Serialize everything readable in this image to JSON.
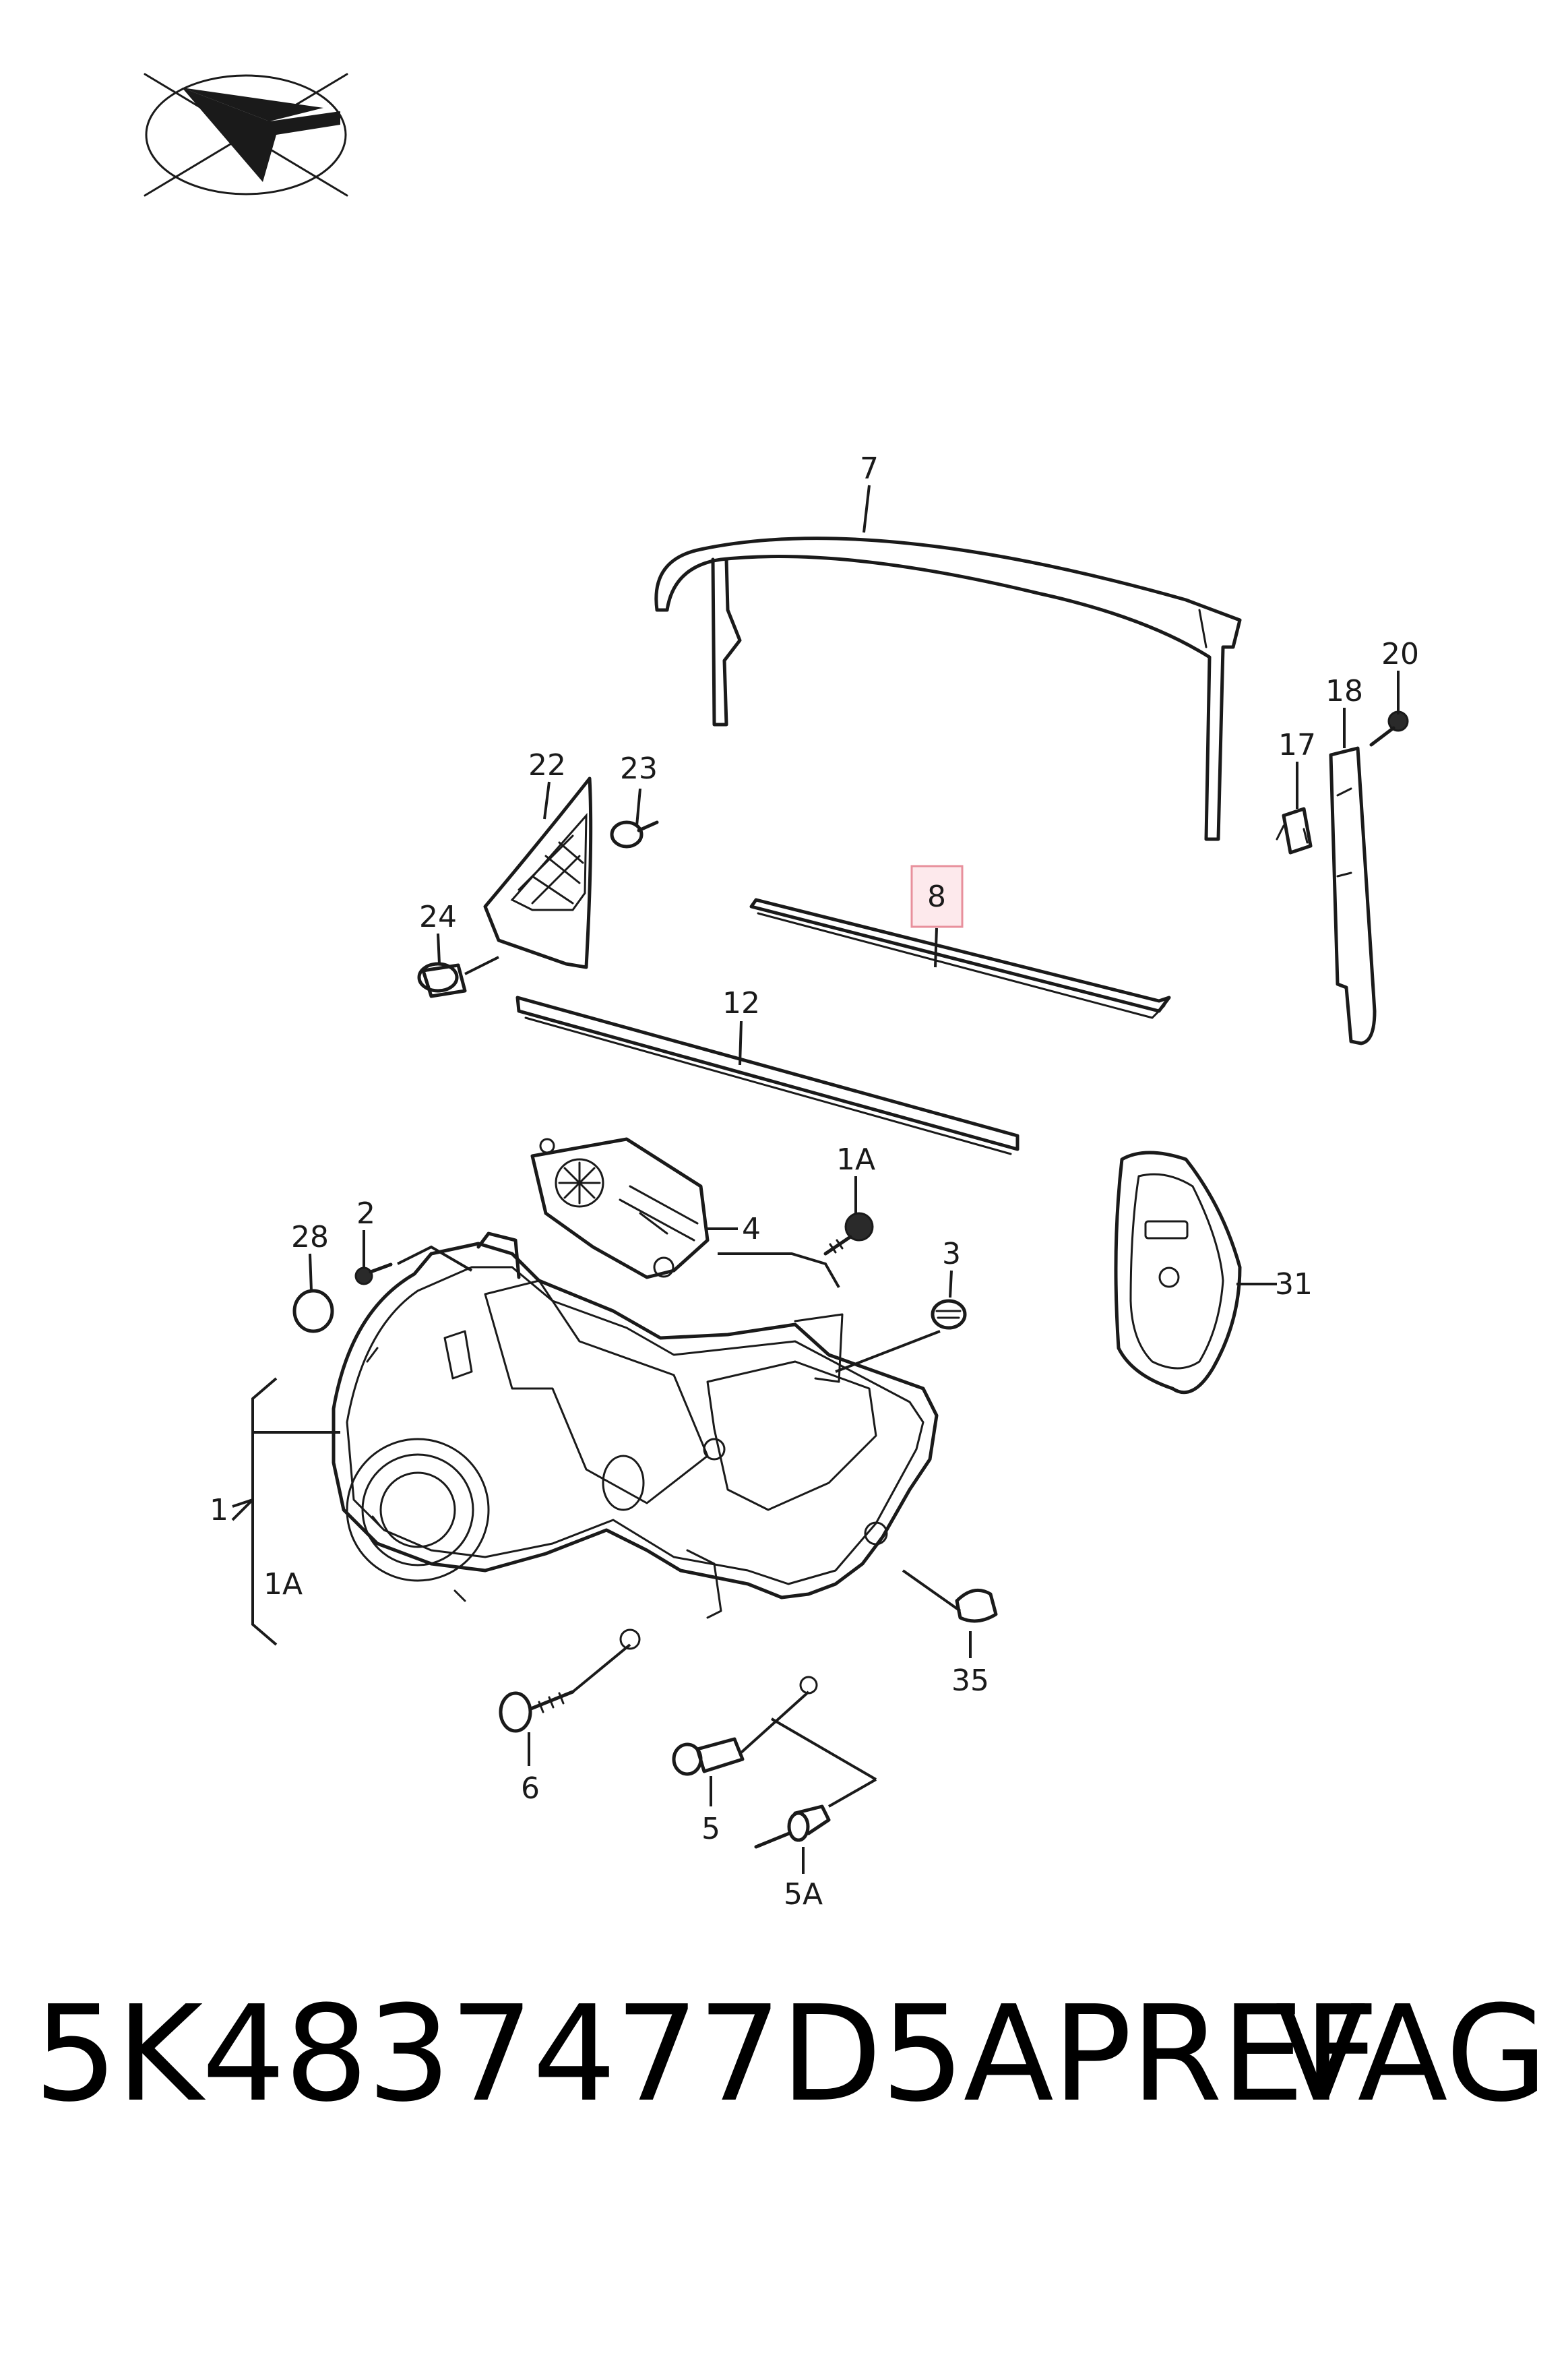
{
  "callouts": {
    "c7": "7",
    "c20": "20",
    "c18": "18",
    "c17": "17",
    "c22": "22",
    "c23": "23",
    "c8": "8",
    "c24": "24",
    "c12": "12",
    "c1A_top": "1A",
    "c4": "4",
    "c28": "28",
    "c2": "2",
    "c3": "3",
    "c31": "31",
    "c1": "1",
    "c1A_side": "1A",
    "c35": "35",
    "c6": "6",
    "c5": "5",
    "c5A": "5A"
  },
  "highlighted_callout": "8",
  "footer": {
    "part_code": "5K4837477D5APREF",
    "brand": "VAG"
  },
  "colors": {
    "highlight_fill": "#fde9ec",
    "highlight_stroke": "#e8909c",
    "ink": "#1a1a1a"
  }
}
